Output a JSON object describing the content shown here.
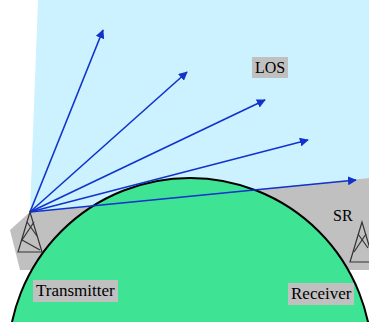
{
  "diagram": {
    "labels": [
      "LOS",
      "SR",
      "Transmitter",
      "Receiver"
    ]
  }
}
